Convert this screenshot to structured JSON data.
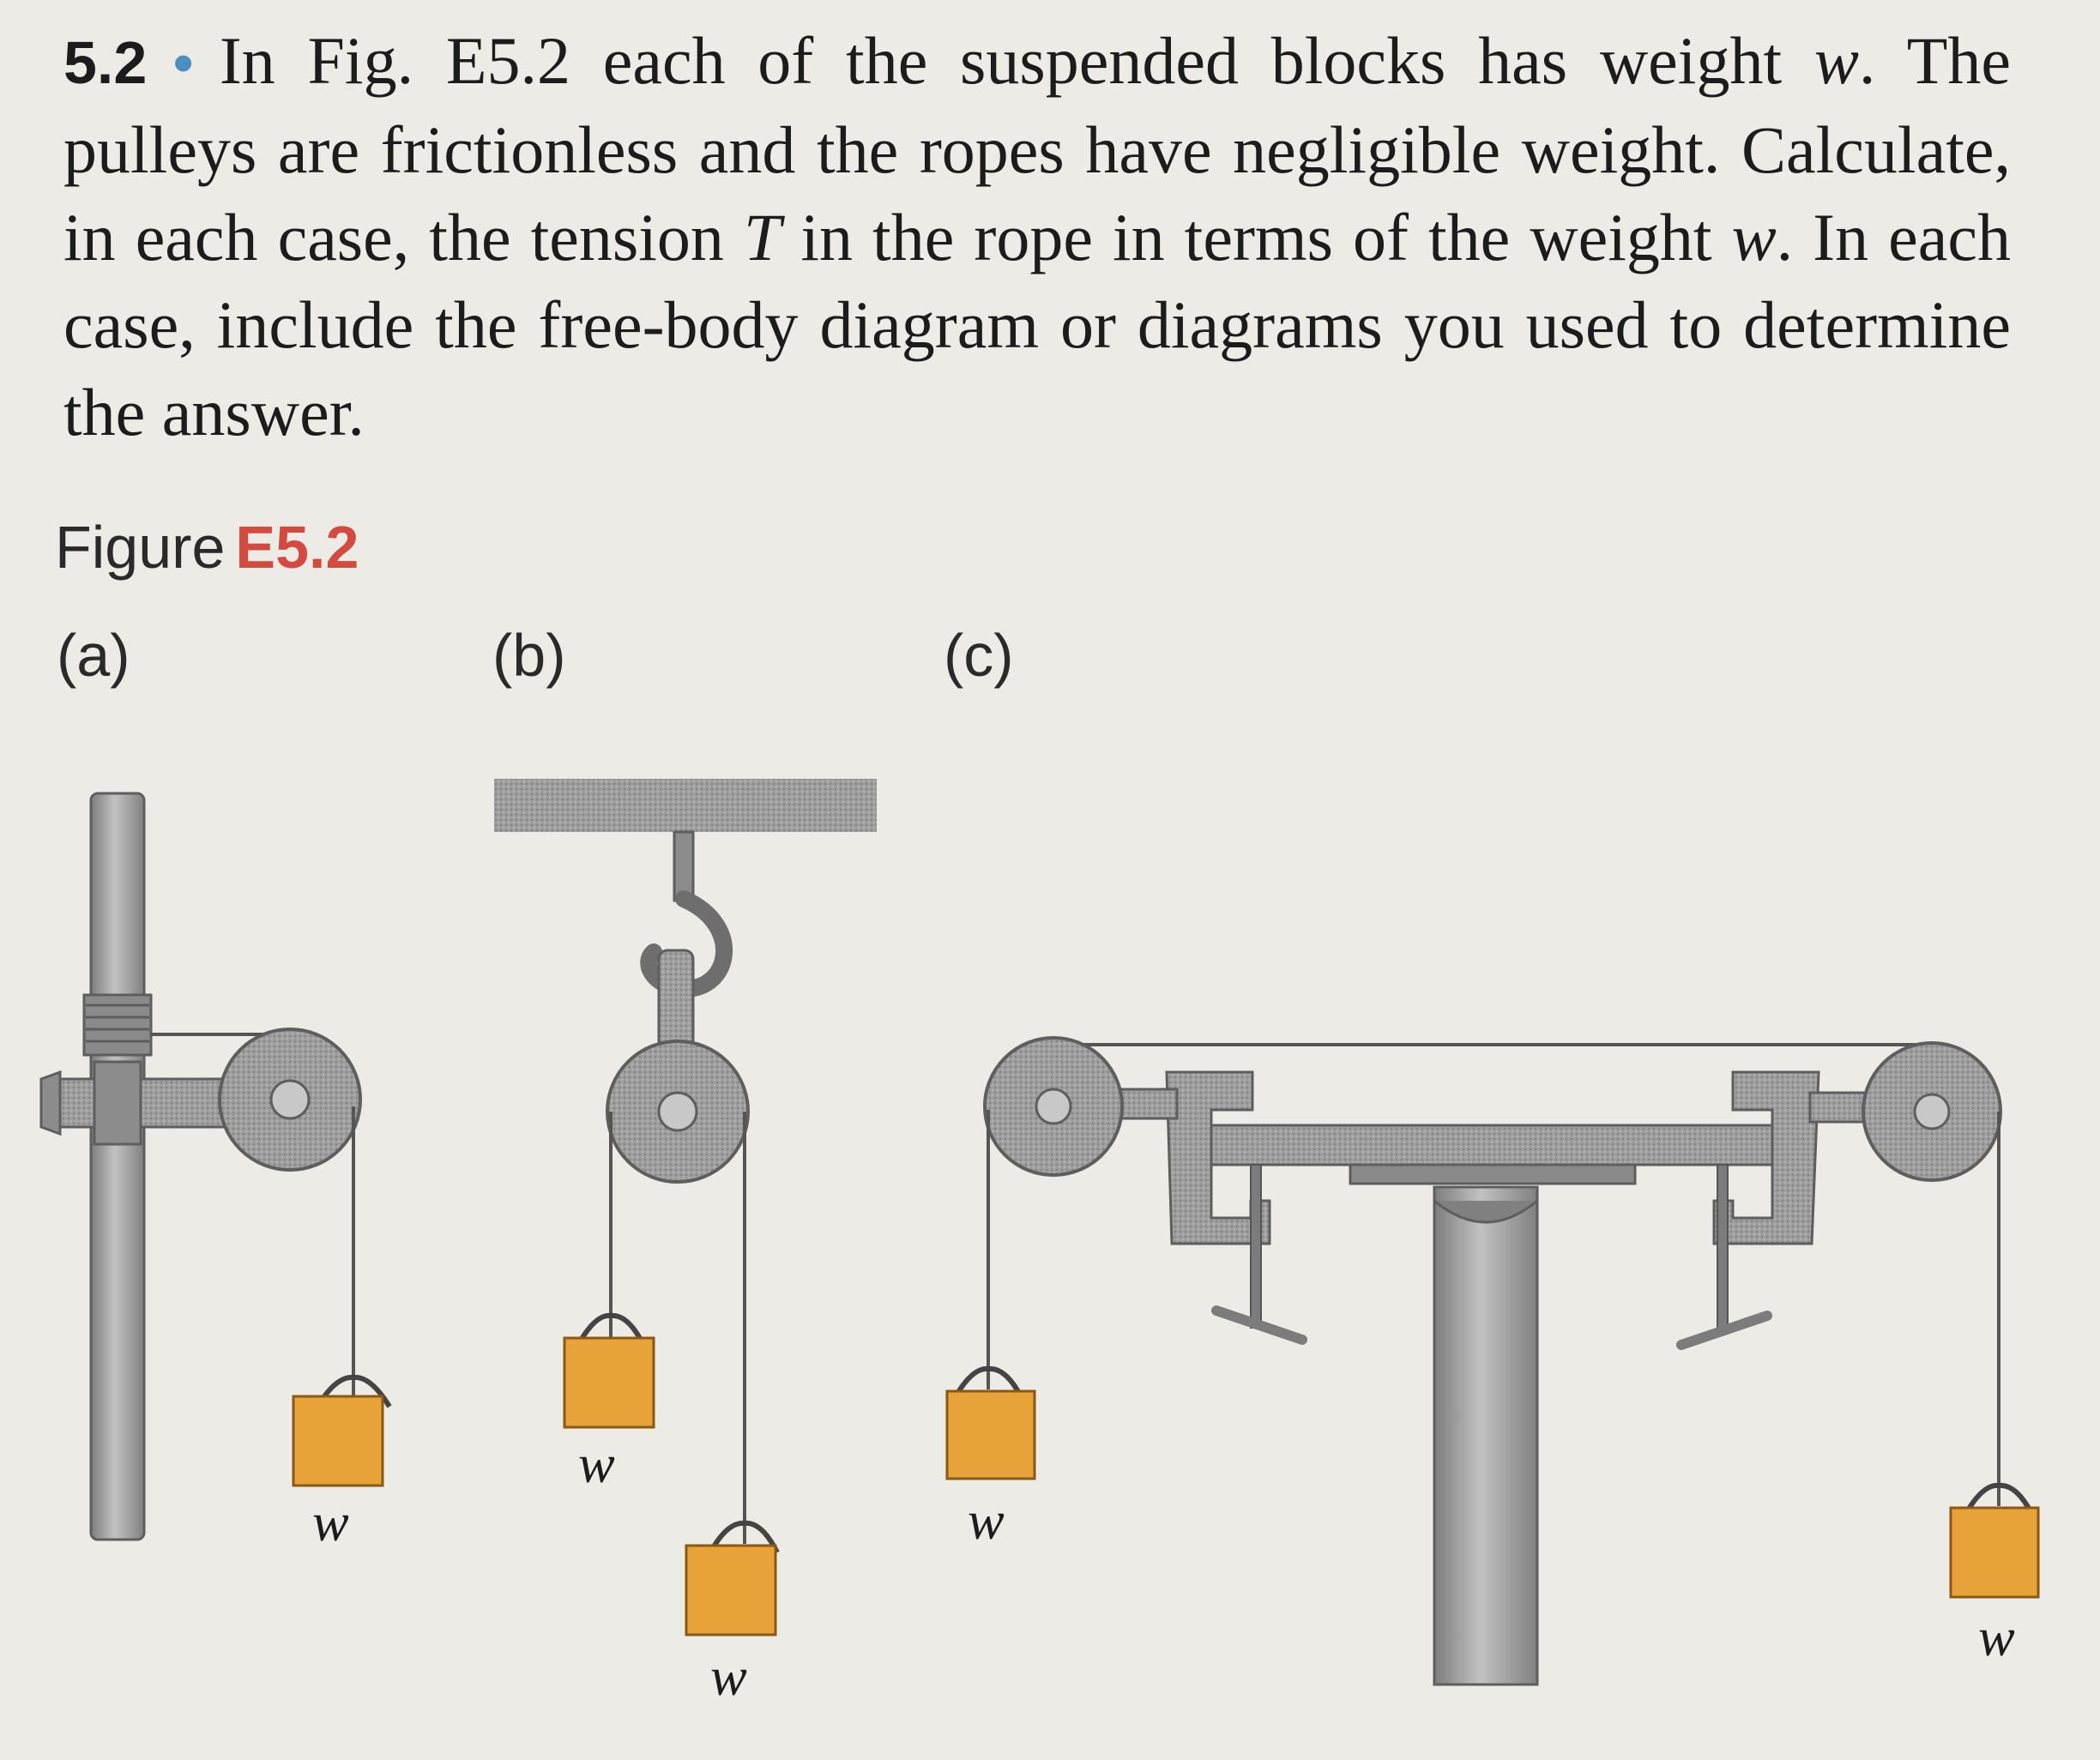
{
  "problem": {
    "number": "5.2",
    "bullet": "•",
    "text_1": "In Fig. E5.2 each of the suspended blocks has weight ",
    "weight_symbol": "w",
    "text_2": ". The pulleys are frictionless and the ropes have negligible weight. Calculate, in each case, the tension ",
    "tension_symbol": "T",
    "text_3": " in the rope in terms of the weight ",
    "text_4": ". In each case, include the free-body diagram or diagrams you used to determine the answer."
  },
  "figure": {
    "title": "Figure",
    "code": "E5.2",
    "panel_a": "(a)",
    "panel_b": "(b)",
    "panel_c": "(c)",
    "block_label": "w"
  },
  "colors": {
    "block": "#e7a23a",
    "metal": "#9b9b9b",
    "accent": "#d24a40"
  }
}
